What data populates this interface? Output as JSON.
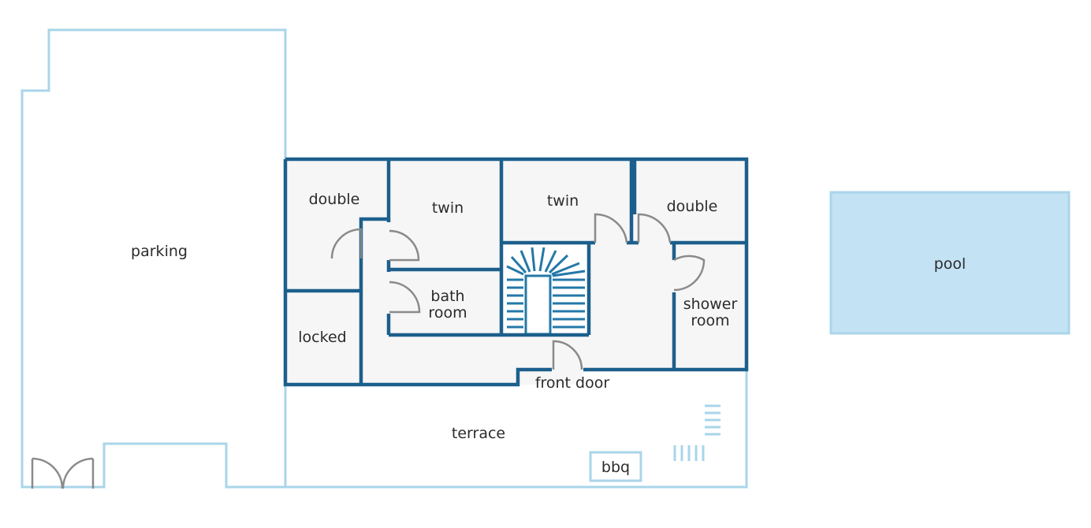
{
  "rooms": {
    "parking": "parking",
    "double_left": "double",
    "twin_left": "twin",
    "twin_right": "twin",
    "double_right": "double",
    "bath_line1": "bath",
    "bath_line2": "room",
    "shower_line1": "shower",
    "shower_line2": "room",
    "locked": "locked",
    "front_door": "front door",
    "terrace": "terrace",
    "bbq": "bbq",
    "pool": "pool"
  },
  "colors": {
    "outdoor_outline": "#a9d5ea",
    "house_walls": "#1c5f8c",
    "floor": "#f6f6f6",
    "pool_fill": "#c3e3f5",
    "door_swing": "#8a8a8a",
    "staircase": "#2478a8"
  }
}
